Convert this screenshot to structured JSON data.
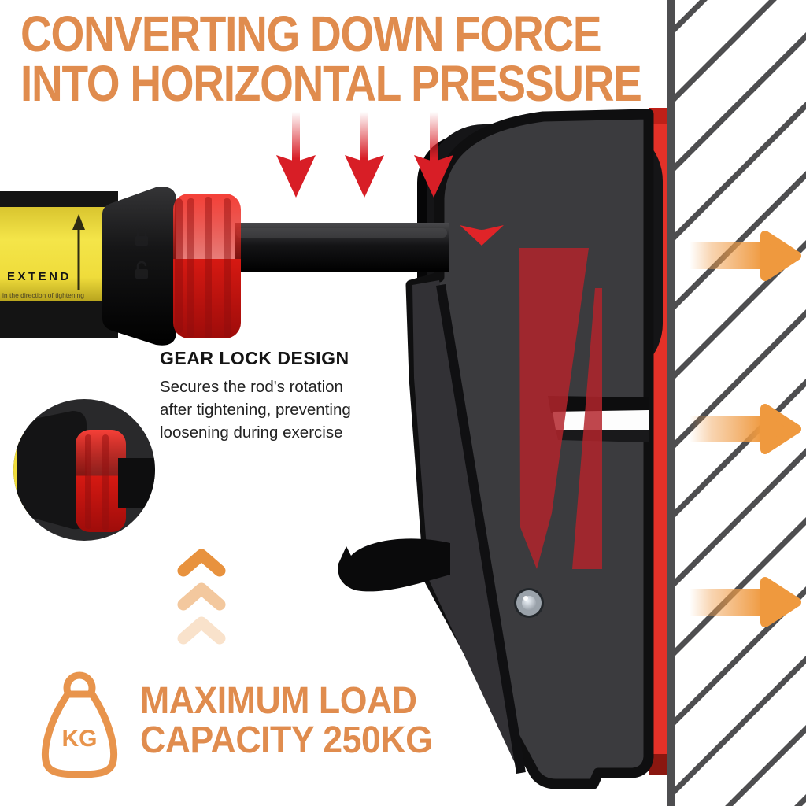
{
  "title": {
    "line1": "CONVERTING DOWN FORCE",
    "line2": "INTO HORIZONTAL PRESSURE"
  },
  "gear_lock": {
    "heading": "GEAR LOCK DESIGN",
    "line1": "Secures the rod's rotation",
    "line2": "after tightening, preventing",
    "line3": "loosening during exercise"
  },
  "max_load": {
    "line1": "MAXIMUM LOAD",
    "line2": "CAPACITY 250KG",
    "weight_icon_label": "KG"
  },
  "rod": {
    "label": "EXTEND",
    "caption": "in the direction of tightening"
  },
  "colors": {
    "accent_orange": "#E08C4E",
    "force_arrow_red": "#D81E26",
    "knob_red": "#E02424",
    "tube_yellow": "#EFDC3B",
    "wall_gray": "#4E4E50",
    "overlay_red": "#B3242B",
    "backplate_red": "#E43128"
  },
  "icons": {
    "down_force_arrows": "red-down-arrow-icon",
    "wall_pressure_arrows": "orange-right-arrow-icon",
    "lift_chevrons": "orange-up-chevron-icon",
    "weight": "kg-weight-icon",
    "extend_direction": "up-arrow-icon",
    "brand_mark": "red-brand-arrow-icon",
    "gear_lock_markings": "lock-icon",
    "detail_view": "zoom-detail-circle"
  }
}
